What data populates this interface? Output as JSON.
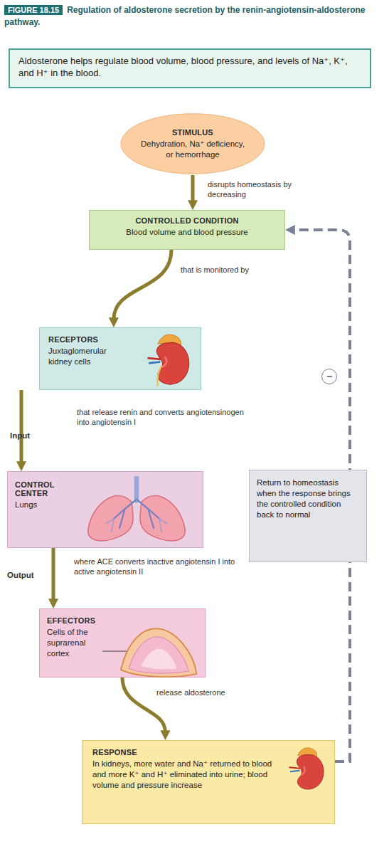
{
  "diagram": {
    "title": "Regulation of aldosterone secretion by the renin-angiotensin-aldosterone pathway.",
    "nodes": [
      {
        "text": [
          "Aldosterone helps regulate blood volume, blood pressure, and levels of Na⁺, K⁺, and H⁺ in the blood."
        ]
      },
      {
        "text": [
          "STIMULUS",
          "Dehydration, Na⁺ deficiency, or hemorrhage"
        ]
      },
      {
        "text": [
          "CONTROLLED CONDITION",
          "Blood volume and blood pressure"
        ]
      },
      {
        "text": [
          "RECEPTORS",
          "Juxtaglomerular kidney cells"
        ]
      },
      {
        "text": [
          "CONTROL CENTER",
          "Lungs"
        ]
      },
      {
        "text": [
          "EFFECTORS",
          "Cells of the suprarenal cortex"
        ]
      },
      {
        "text": [
          "RESPONSE",
          "In kidneys, more water and Na⁺ returned to blood and more K⁺ and H⁺ eliminated into urine; blood volume and pressure increase"
        ]
      },
      {
        "text": [
          "Return to homeostasis when the response brings the controlled condition back to normal"
        ]
      }
    ],
    "edges": [
      {
        "from": 1,
        "to": 2,
        "label": "disrupts homeostasis by decreasing",
        "arrow": "to"
      },
      {
        "from": 2,
        "to": 3,
        "label": "that is monitored by",
        "arrow": "to"
      },
      {
        "from": 3,
        "to": 4,
        "label": "that release renin and converts angiotensinogen into angiotensin I",
        "arrow": "to"
      },
      {
        "from": 4,
        "to": 5,
        "label": "where ACE converts inactive angiotensin I into active angiotensin II",
        "arrow": "to"
      },
      {
        "from": 5,
        "to": 6,
        "label": "release aldosterone",
        "arrow": "to"
      },
      {
        "from": 6,
        "to": 2,
        "arrow": "to"
      }
    ],
    "labels": [
      "FIGURE 18.15",
      "Input",
      "Output",
      "−"
    ]
  }
}
